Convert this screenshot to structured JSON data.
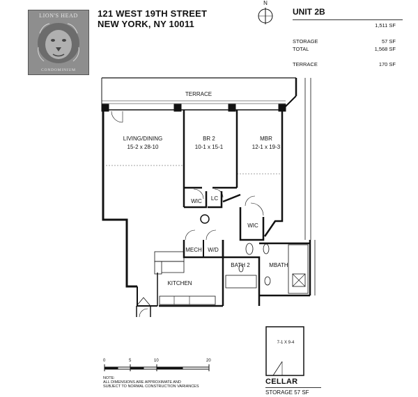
{
  "logo": {
    "top_text": "LION'S HEAD",
    "bottom_text": "CONDOMINIUM"
  },
  "address": {
    "line1": "121 WEST 19TH STREET",
    "line2": "NEW YORK,  NY 10011"
  },
  "compass": {
    "label": "N"
  },
  "unit": {
    "title": "UNIT 2B",
    "interior_sf": "1,511 SF",
    "storage_label": "STORAGE",
    "storage_sf": "57 SF",
    "total_label": "TOTAL",
    "total_sf": "1,568 SF",
    "terrace_label": "TERRACE",
    "terrace_sf": "170 SF"
  },
  "plan": {
    "terrace": "TERRACE",
    "living_name": "LIVING/DINING",
    "living_dims": "15-2 x 28-10",
    "br2_name": "BR 2",
    "br2_dims": "10-1 x 15-1",
    "mbr_name": "MBR",
    "mbr_dims": "12-1 x 19-3",
    "wic1": "WIC",
    "lc": "LC",
    "wic2": "WIC",
    "mech": "MECH",
    "wd": "W/D",
    "bath2": "BATH 2",
    "mbath": "MBATH",
    "kitchen": "KITCHEN"
  },
  "scale": {
    "ticks": [
      "0",
      "5",
      "10",
      "20"
    ]
  },
  "note": {
    "line1": "NOTE:",
    "line2": "ALL DIMENSIONS ARE APPROXIMATE AND",
    "line3": "SUBJECT TO NORMAL CONSTRUCTION VARIANCES"
  },
  "cellar": {
    "dims": "7-1 X 9-4",
    "title": "CELLAR",
    "storage": "STORAGE  57 SF"
  }
}
